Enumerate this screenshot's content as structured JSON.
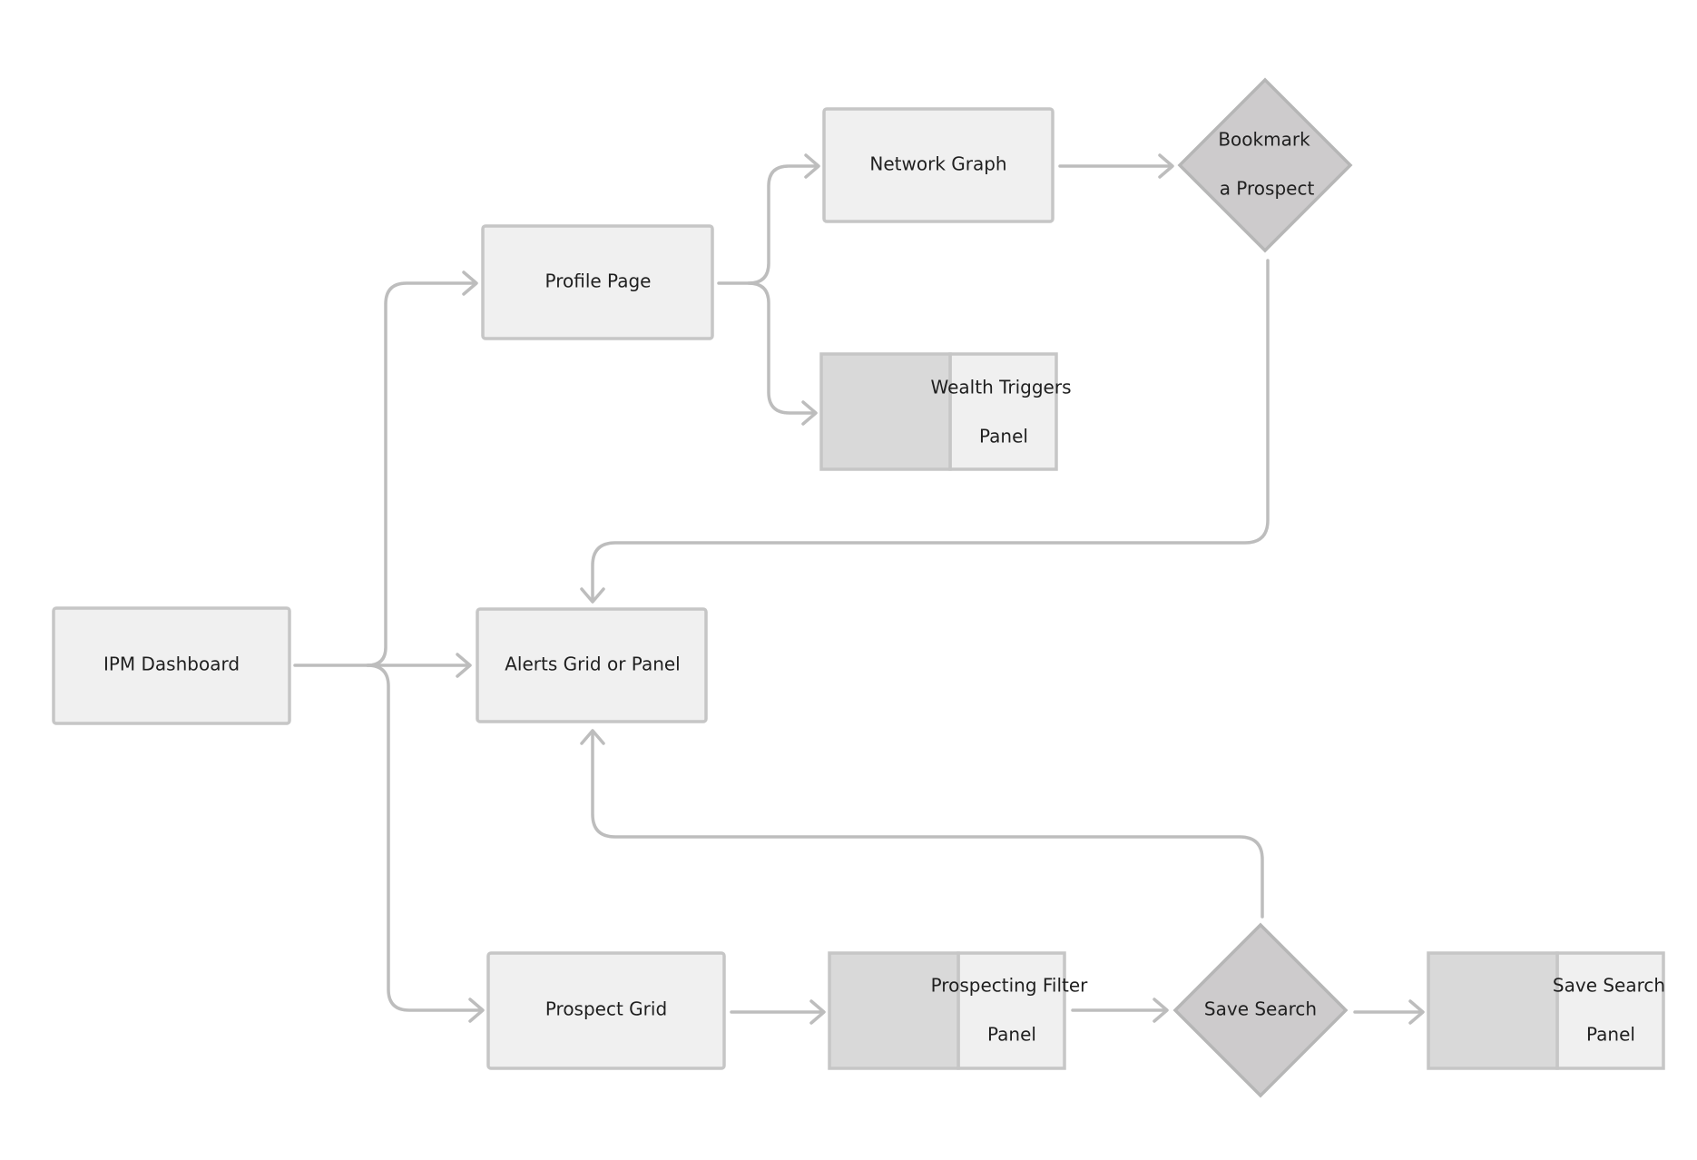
{
  "nodes": {
    "ipm_dashboard": {
      "label": "IPM Dashboard"
    },
    "profile_page": {
      "label": "Profile Page"
    },
    "network_graph": {
      "label": "Network Graph"
    },
    "bookmark_prospect": {
      "line1": "Bookmark",
      "line2": "a Prospect"
    },
    "wealth_triggers_panel": {
      "line1": "Wealth Triggers",
      "line2": "Panel"
    },
    "alerts_grid": {
      "label": "Alerts Grid or Panel"
    },
    "prospect_grid": {
      "label": "Prospect Grid"
    },
    "prospecting_filter_panel": {
      "line1": "Prospecting Filter",
      "line2": "Panel"
    },
    "save_search": {
      "label": "Save Search"
    },
    "save_search_panel": {
      "line1": "Save Search",
      "line2": "Panel"
    }
  },
  "colors": {
    "connector": "#bdbdbd",
    "box_fill": "#f0f0f0",
    "box_border": "#c6c6c6",
    "panel_left_fill": "#d9d9d9",
    "diamond_fill": "#cdcbcc"
  }
}
